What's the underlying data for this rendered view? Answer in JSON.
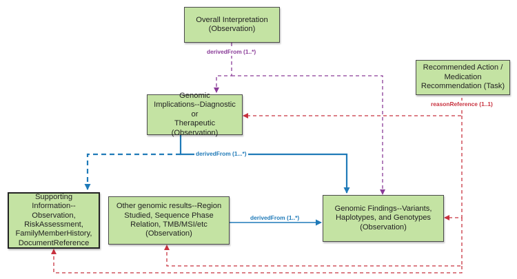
{
  "nodes": {
    "overall": "Overall Interpretation\n(Observation)",
    "implications": "Genomic\nImplications--Diagnostic or\nTherapeutic\n(Observation)",
    "recommended": "Recommended Action /\nMedication\nRecommendation (Task)",
    "supporting": "Supporting\nInformation--Observation,\nRiskAssessment,\nFamilyMemberHistory,\nDocumentReference",
    "other": "Other genomic results--Region\nStudied, Sequence Phase\nRelation, TMB/MSI/etc\n(Observation)",
    "findings": "Genomic Findings--Variants,\nHaplotypes, and Genotypes\n(Observation)"
  },
  "labels": {
    "derived_overall": "derivedFrom (1..*)",
    "reason": "reasonReference (1..1)",
    "derived_implications": "derivedFrom (1...*)",
    "derived_other": "derivedFrom (1..*)"
  },
  "colors": {
    "node_fill": "#c4e3a3",
    "purple": "#8a3c98",
    "blue": "#1f7ab8",
    "red": "#c8323f"
  }
}
